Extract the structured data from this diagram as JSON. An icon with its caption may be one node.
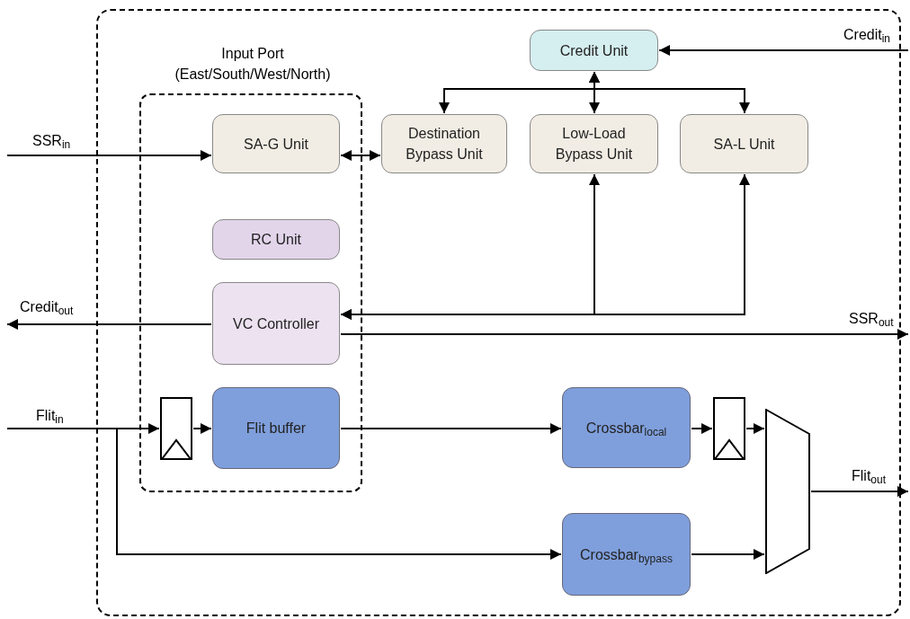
{
  "diagram": {
    "nodes": [
      {
        "text": [],
        "shape": "box"
      },
      {
        "text": [
          "Input Port (East/South/West/North)"
        ],
        "in": 0
      },
      {
        "text": [
          "SA-G Unit"
        ],
        "in": 1
      },
      {
        "text": [
          "RC Unit"
        ],
        "in": 1
      },
      {
        "text": [
          "VC Controller"
        ],
        "in": 1
      },
      {
        "text": [],
        "shape": "register",
        "in": 1
      },
      {
        "text": [
          "Flit buffer"
        ],
        "in": 1
      },
      {
        "text": [
          "Credit Unit"
        ],
        "in": 0
      },
      {
        "text": [
          "Destination Bypass Unit"
        ],
        "in": 0
      },
      {
        "text": [
          "Low-Load Bypass Unit"
        ],
        "in": 0
      },
      {
        "text": [
          "SA-L Unit"
        ],
        "in": 0
      },
      {
        "text": [
          "Crossbar$_{local}$"
        ],
        "in": 0
      },
      {
        "text": [],
        "shape": "register",
        "in": 0
      },
      {
        "text": [
          "Crossbar$_{bypass}$"
        ],
        "in": 0
      },
      {
        "text": [],
        "shape": "trapezoid",
        "in": 0
      }
    ],
    "edges": [
      {
        "from": null,
        "to": 7,
        "arrow": "to"
      },
      {
        "from": 7,
        "to": 8,
        "arrow": "both"
      },
      {
        "from": 7,
        "to": 9,
        "arrow": "both"
      },
      {
        "from": 7,
        "to": 10,
        "arrow": "both"
      },
      {
        "from": null,
        "to": 2,
        "arrow": "to"
      },
      {
        "from": 2,
        "to": 8,
        "arrow": "both"
      },
      {
        "from": 9,
        "to": 4,
        "arrow": "both"
      },
      {
        "from": 10,
        "to": 4,
        "arrow": "both"
      },
      {
        "from": 4,
        "to": null,
        "arrow": "to"
      },
      {
        "from": 4,
        "to": null,
        "arrow": "to"
      },
      {
        "from": null,
        "to": 5,
        "arrow": "to"
      },
      {
        "from": 5,
        "to": 6,
        "arrow": "to"
      },
      {
        "from": 6,
        "to": 11,
        "arrow": "to"
      },
      {
        "from": 11,
        "to": 12,
        "arrow": "to"
      },
      {
        "from": 12,
        "to": 14,
        "arrow": "to"
      },
      {
        "from": null,
        "to": 13,
        "arrow": "to"
      },
      {
        "from": 13,
        "to": 14,
        "arrow": "to"
      },
      {
        "from": 14,
        "to": null,
        "arrow": "to"
      }
    ],
    "labels": [
      "Credit$_{in}$",
      "SSR$_{in}$",
      "Credit$_{out}$",
      "SSR$_{out}$",
      "Flit$_{in}$",
      "Flit$_{out}$"
    ]
  }
}
